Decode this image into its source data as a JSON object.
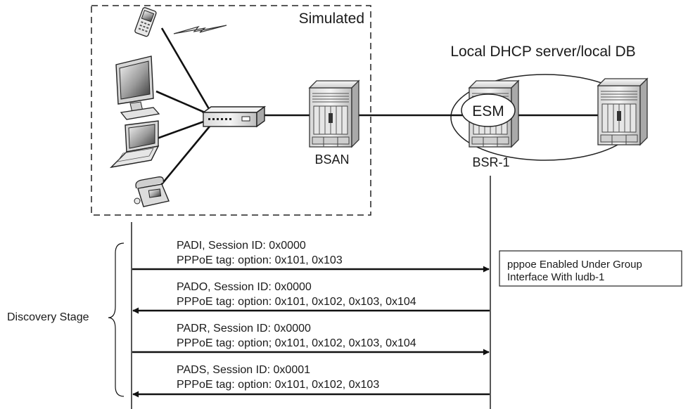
{
  "labels": {
    "simulated": "Simulated",
    "dhcp": "Local DHCP server/local DB",
    "esm": "ESM",
    "bsan": "BSAN",
    "bsr": "BSR-1",
    "discovery": "Discovery Stage"
  },
  "note": {
    "line1": "pppoe Enabled Under Group",
    "line2": "Interface With ludb-1"
  },
  "messages": [
    {
      "line1": "PADI, Session ID: 0x0000",
      "line2": "PPPoE tag: option: 0x101, 0x103",
      "direction": "right"
    },
    {
      "line1": "PADO, Session ID: 0x0000",
      "line2": "PPPoE tag: option: 0x101, 0x102, 0x103, 0x104",
      "direction": "left"
    },
    {
      "line1": "PADR, Session ID: 0x0000",
      "line2": "PPPoE tag: option; 0x101, 0x102, 0x103, 0x104",
      "direction": "right"
    },
    {
      "line1": "PADS, Session ID: 0x0001",
      "line2": "PPPoE tag: option: 0x101, 0x102, 0x103",
      "direction": "left"
    }
  ],
  "icons": [
    "phone-icon",
    "wireless-icon",
    "monitor-icon",
    "laptop-icon",
    "desk-phone-icon",
    "switch-icon",
    "bsan-router-icon",
    "bsr1-router-icon",
    "dhcp-server-router-icon"
  ]
}
